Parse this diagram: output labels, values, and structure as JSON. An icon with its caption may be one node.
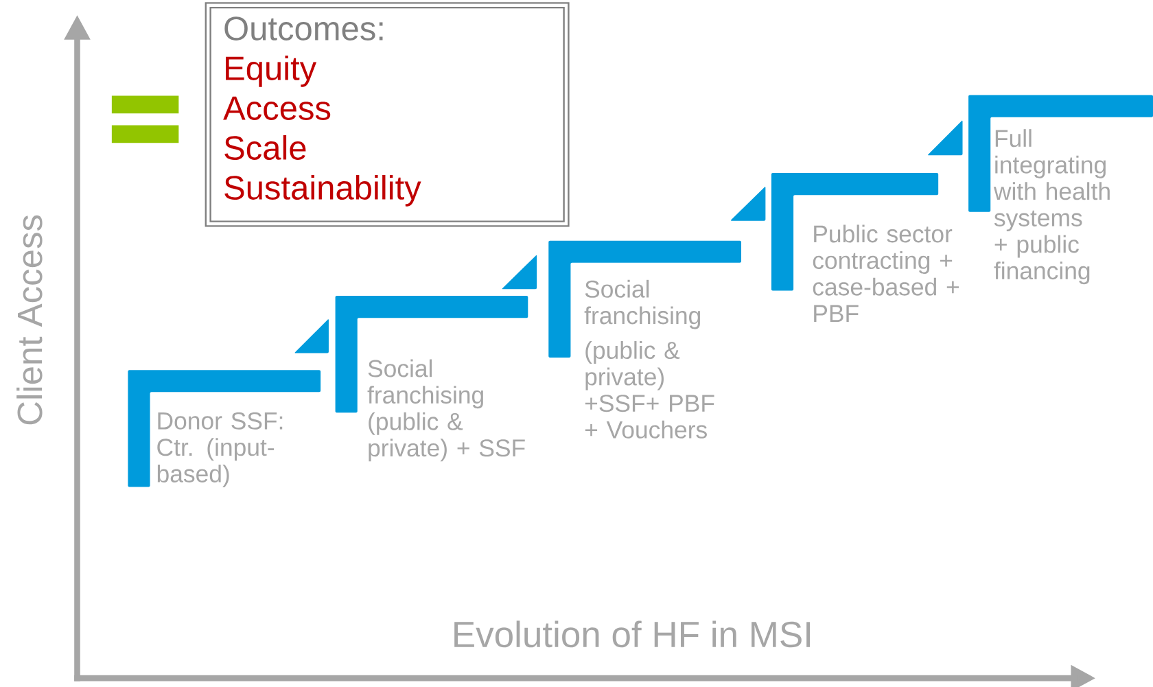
{
  "diagram": {
    "nodes": [
      {
        "text": [
          "Outcomes:",
          "Equity",
          "Access",
          "Scale",
          "Sustainability"
        ]
      },
      {
        "text": [
          "Donor SSF: Ctr. (input-based)"
        ]
      },
      {
        "text": [
          "Social franchising (public & private) + SSF"
        ]
      },
      {
        "text": [
          "Social franchising",
          "(public & private) +SSF+ PBF + Vouchers"
        ]
      },
      {
        "text": [
          "Public sector contracting + case-based + PBF"
        ]
      },
      {
        "text": [
          "Full integrating with health systems + public financing"
        ]
      }
    ],
    "labels": [
      "Client Access",
      "Evolution of HF in MSI"
    ]
  }
}
